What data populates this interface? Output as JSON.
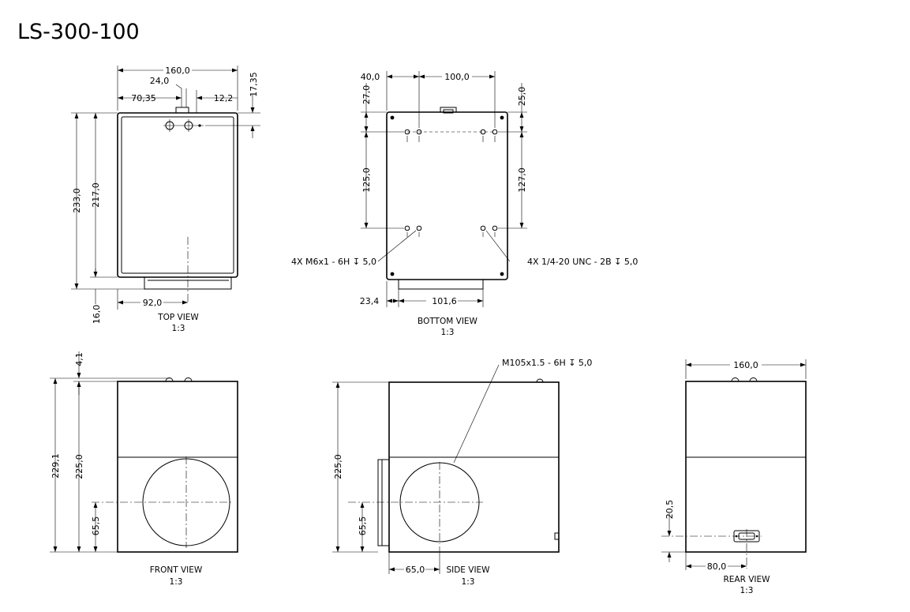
{
  "title": "LS-300-100",
  "top_view": {
    "label": "TOP VIEW",
    "scale": "1:3",
    "dims": {
      "width": "160,0",
      "connector_width": "24,0",
      "left_offset": "70,35",
      "right_offset": "12,2",
      "top_height": "17,35",
      "total_length": "233,0",
      "body_length": "217,0",
      "lens_length": "16,0",
      "lens_center": "92,0"
    }
  },
  "bottom_view": {
    "label": "BOTTOM VIEW",
    "scale": "1:3",
    "dims": {
      "left_offset": "40,0",
      "hole_spacing_x": "100,0",
      "top_offset_left": "27,0",
      "top_offset_right": "25,0",
      "hole_spacing_y_left": "125,0",
      "hole_spacing_y_right": "127,0",
      "lens_offset": "23,4",
      "lens_width": "101,6"
    },
    "callout_left": "4X M6x1 - 6H ↧ 5,0",
    "callout_right": "4X 1/4-20 UNC - 2B ↧ 5,0"
  },
  "front_view": {
    "label": "FRONT VIEW",
    "scale": "1:3",
    "dims": {
      "connector_height": "4,1",
      "total_height": "229,1",
      "body_height": "225,0",
      "lens_center_height": "65,5"
    }
  },
  "side_view": {
    "label": "SIDE VIEW",
    "scale": "1:3",
    "dims": {
      "body_height": "225,0",
      "lens_center_height": "65,5",
      "lens_center_x": "65,0"
    },
    "callout": "M105x1.5 - 6H ↧ 5,0"
  },
  "rear_view": {
    "label": "REAR VIEW",
    "scale": "1:3",
    "dims": {
      "width": "160,0",
      "connector_height": "20,5",
      "connector_x": "80,0"
    }
  }
}
